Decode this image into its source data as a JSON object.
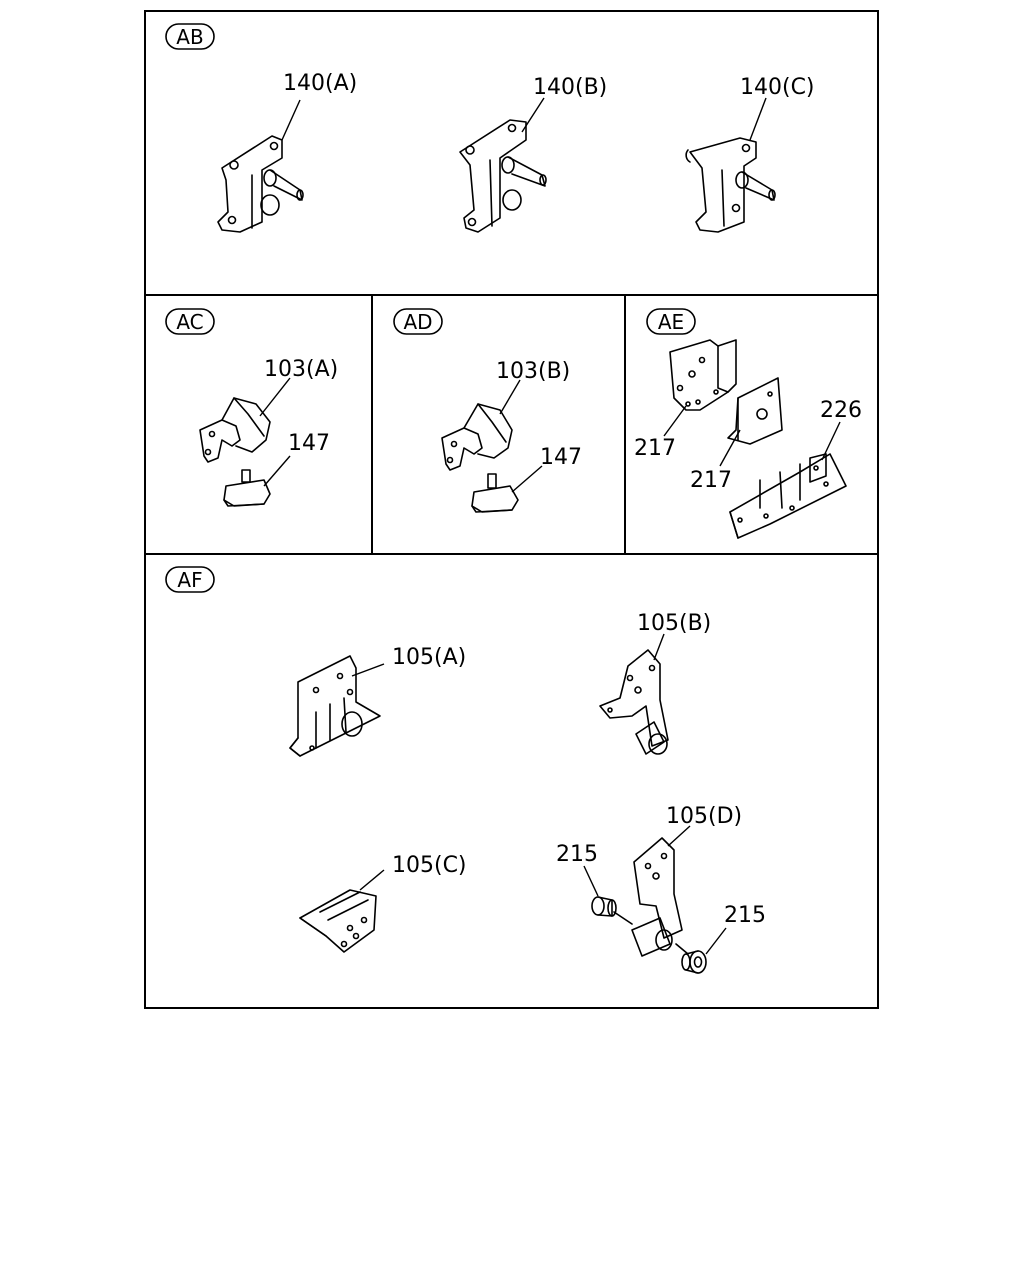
{
  "sections": {
    "ab": "AB",
    "ac": "AC",
    "ad": "AD",
    "ae": "AE",
    "af": "AF"
  },
  "callouts": {
    "c140a": "140(A)",
    "c140b": "140(B)",
    "c140c": "140(C)",
    "c103a": "103(A)",
    "c147a": "147",
    "c103b": "103(B)",
    "c147b": "147",
    "c217a": "217",
    "c217b": "217",
    "c226": "226",
    "c105a": "105(A)",
    "c105b": "105(B)",
    "c105c": "105(C)",
    "c105d": "105(D)",
    "c215a": "215",
    "c215b": "215"
  }
}
